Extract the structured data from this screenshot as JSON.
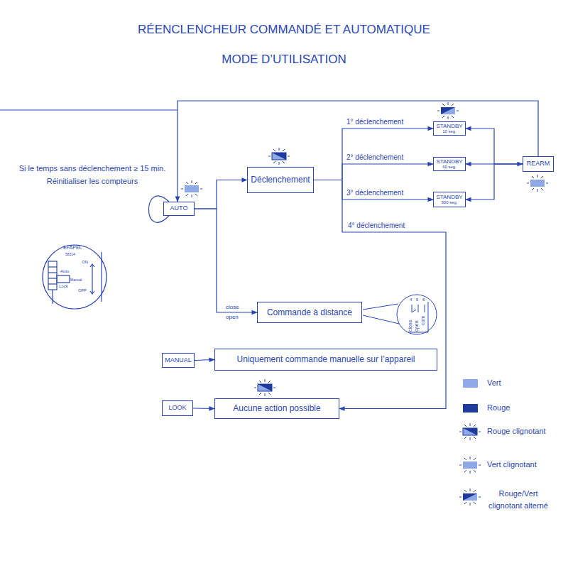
{
  "diagram": {
    "title": "RÉENCLENCHEUR COMMANDÉ ET AUTOMATIQUE",
    "nodes": [
      {
        "text": [
          "STANDBY",
          "10 seg."
        ]
      },
      {
        "text": [
          "STANDBY",
          "60 seg."
        ]
      },
      {
        "text": [
          "REARM"
        ]
      },
      {
        "text": [
          "Déclenchement"
        ]
      },
      {
        "text": [
          "STANDBY",
          "300 seg."
        ]
      },
      {
        "text": [
          "AUTO"
        ]
      },
      {
        "text": [
          "Commande à distance"
        ]
      },
      {
        "text": [
          "MANUAL"
        ]
      },
      {
        "text": [
          "Uniquement commande manuelle sur l’appareil"
        ]
      },
      {
        "text": [
          "LOOK"
        ]
      },
      {
        "text": [
          "Aucune action possible"
        ]
      }
    ],
    "edges": [
      {
        "from": 5,
        "to": 3,
        "arrow": "to"
      },
      {
        "from": 5,
        "to": 6,
        "arrow": "to"
      },
      {
        "from": 3,
        "to": 0,
        "arrow": "to",
        "label": "1° déclenchement"
      },
      {
        "from": 3,
        "to": 1,
        "arrow": "to",
        "label": "2° déclenchement"
      },
      {
        "from": 3,
        "to": 4,
        "arrow": "to",
        "label": "3° déclenchement"
      },
      {
        "from": 3,
        "to": 10,
        "arrow": "to",
        "label": "4° déclenchement"
      },
      {
        "from": 2,
        "to": 0,
        "arrow": "to"
      },
      {
        "from": 2,
        "to": 1,
        "arrow": "both"
      },
      {
        "from": 2,
        "to": 4,
        "arrow": "to"
      },
      {
        "from": 2,
        "to": 5,
        "arrow": "to"
      },
      {
        "from": 7,
        "to": 8,
        "arrow": "to"
      },
      {
        "from": 9,
        "to": 10,
        "arrow": "to"
      },
      {
        "from": 5,
        "to": 5,
        "arrow": "none"
      }
    ],
    "labels": [
      "MODE D’UTILISATION",
      "Si le temps sans déclenchement ≥ 15 min. Réinitialiser les compteurs",
      "close",
      "open",
      "EFAPEL",
      "58314",
      "ON",
      "Auto",
      "Manual",
      "Lock",
      "OFF",
      "4",
      "5",
      "6",
      "close",
      "open",
      "com"
    ],
    "legend": [
      {
        "text": "Vert",
        "color": "#8fa8e8"
      },
      {
        "text": "Rouge",
        "color": "#1d3a9c"
      },
      {
        "text": "Rouge clignotant"
      },
      {
        "text": "Vert clignotant"
      },
      {
        "text": "Rouge/Vert clignotant alterné"
      }
    ]
  }
}
